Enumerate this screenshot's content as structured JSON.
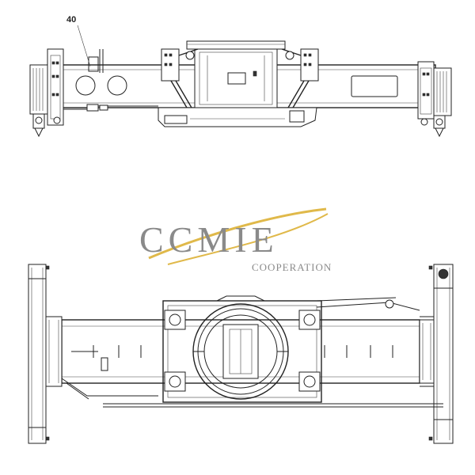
{
  "callouts": [
    {
      "id": "40",
      "label": "40"
    }
  ],
  "watermark": {
    "brand": "CCMIE",
    "subtitle": "COOPERATION",
    "text_color": "#8a8a8a",
    "swoosh_color": "#e0b94a"
  }
}
